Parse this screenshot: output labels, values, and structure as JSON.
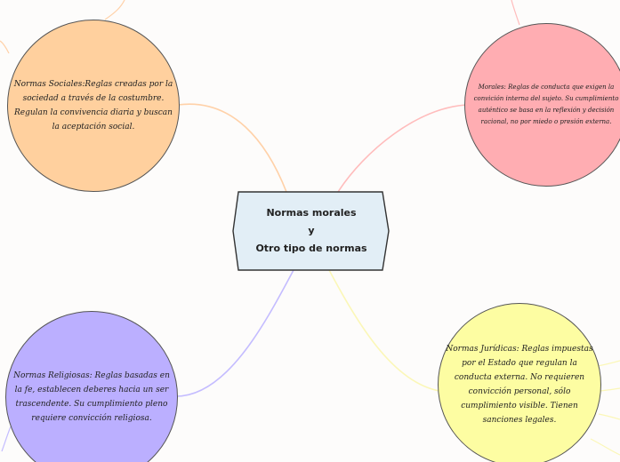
{
  "central": {
    "line1": "Normas morales",
    "line2": "y",
    "line3": "Otro tipo de normas"
  },
  "topics": {
    "sociales": "Normas Sociales:Reglas creadas por la sociedad a través de la costumbre. Regulan la convivencia diaria y buscan la aceptación social.",
    "morales": "Morales: Reglas de conducta que exigen la convición interna del sujeto. Su cumplimiento auténtico se basa en la reflexión y decisión racional, no por miedo o presión externa.",
    "religiosas": "Normas Religiosas: Reglas basadas en la fe, establecen deberes hacia un ser trascendente. Su cumplimiento pleno requiere convicción religiosa.",
    "juridicas": "Normas Jurídicas: Reglas impuestas por el Estado que regulan la conducta externa. No requieren convicción personal, sólo cumplimiento visible. Tienen sanciones legales."
  },
  "colors": {
    "sociales": "#ffd09e",
    "morales": "#ffadb2",
    "religiosas": "#bbafff",
    "juridicas": "#fdfda2",
    "central_fill": "#e2eef6",
    "central_border": "#333333",
    "link_sociales": "#ffd1a8",
    "link_morales": "#ffbcbc",
    "link_religiosas": "#c4bcff",
    "link_juridicas": "#fbf7b8"
  }
}
